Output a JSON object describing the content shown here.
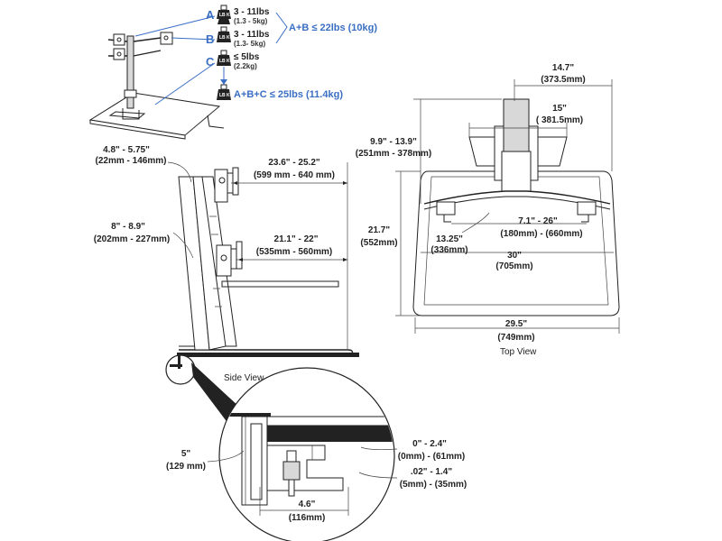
{
  "weights": {
    "a": {
      "letter": "A",
      "range": "3 - 11lbs",
      "metric": "(1.3 - 5kg)"
    },
    "b": {
      "letter": "B",
      "range": "3 - 11lbs",
      "metric": "(1.3- 5kg)"
    },
    "c": {
      "letter": "C",
      "range": "≤ 5lbs",
      "metric": "(2.2kg)"
    },
    "ab": "A+B ≤ 22lbs (10kg)",
    "abc": "A+B+C ≤ 25lbs (11.4kg)",
    "kg_label": "LB KG"
  },
  "side_view": {
    "caption": "Side View",
    "dim_top_offset": {
      "imperial": "4.8\" - 5.75\"",
      "metric": "(22mm - 146mm)"
    },
    "dim_upper_depth": {
      "imperial": "23.6\" - 25.2\"",
      "metric": "(599 mm - 640 mm)"
    },
    "dim_mid_offset": {
      "imperial": "8\" - 8.9\"",
      "metric": "(202mm - 227mm)"
    },
    "dim_lower_depth": {
      "imperial": "21.1\" - 22\"",
      "metric": "(535mm - 560mm)"
    }
  },
  "top_view": {
    "caption": "Top View",
    "dim_overall_width": {
      "imperial": "14.7\"",
      "metric": "(373.5mm)"
    },
    "dim_mount_width": {
      "imperial": "15\"",
      "metric": "( 381.5mm)"
    },
    "dim_depth_range": {
      "imperial": "9.9\" - 13.9\"",
      "metric": "(251mm - 378mm)"
    },
    "dim_arm_span": {
      "imperial": "7.1\" - 26\"",
      "metric": "(180mm) - (660mm)"
    },
    "dim_arm_reach": {
      "imperial": "13.25\"",
      "metric": "(336mm)"
    },
    "dim_worksurface_depth": {
      "imperial": "21.7\"",
      "metric": "(552mm)"
    },
    "dim_worksurface_width": {
      "imperial": "30\"",
      "metric": "(705mm)"
    },
    "dim_base_width": {
      "imperial": "29.5\"",
      "metric": "(749mm)"
    }
  },
  "clamp_detail": {
    "dim_height": {
      "imperial": "5\"",
      "metric": "(129 mm)"
    },
    "dim_thickness": {
      "imperial": "0\" - 2.4\"",
      "metric": "(0mm) - (61mm)"
    },
    "dim_lip": {
      "imperial": ".02\" - 1.4\"",
      "metric": "(5mm) - (35mm)"
    },
    "dim_width": {
      "imperial": "4.6\"",
      "metric": "(116mm)"
    }
  }
}
